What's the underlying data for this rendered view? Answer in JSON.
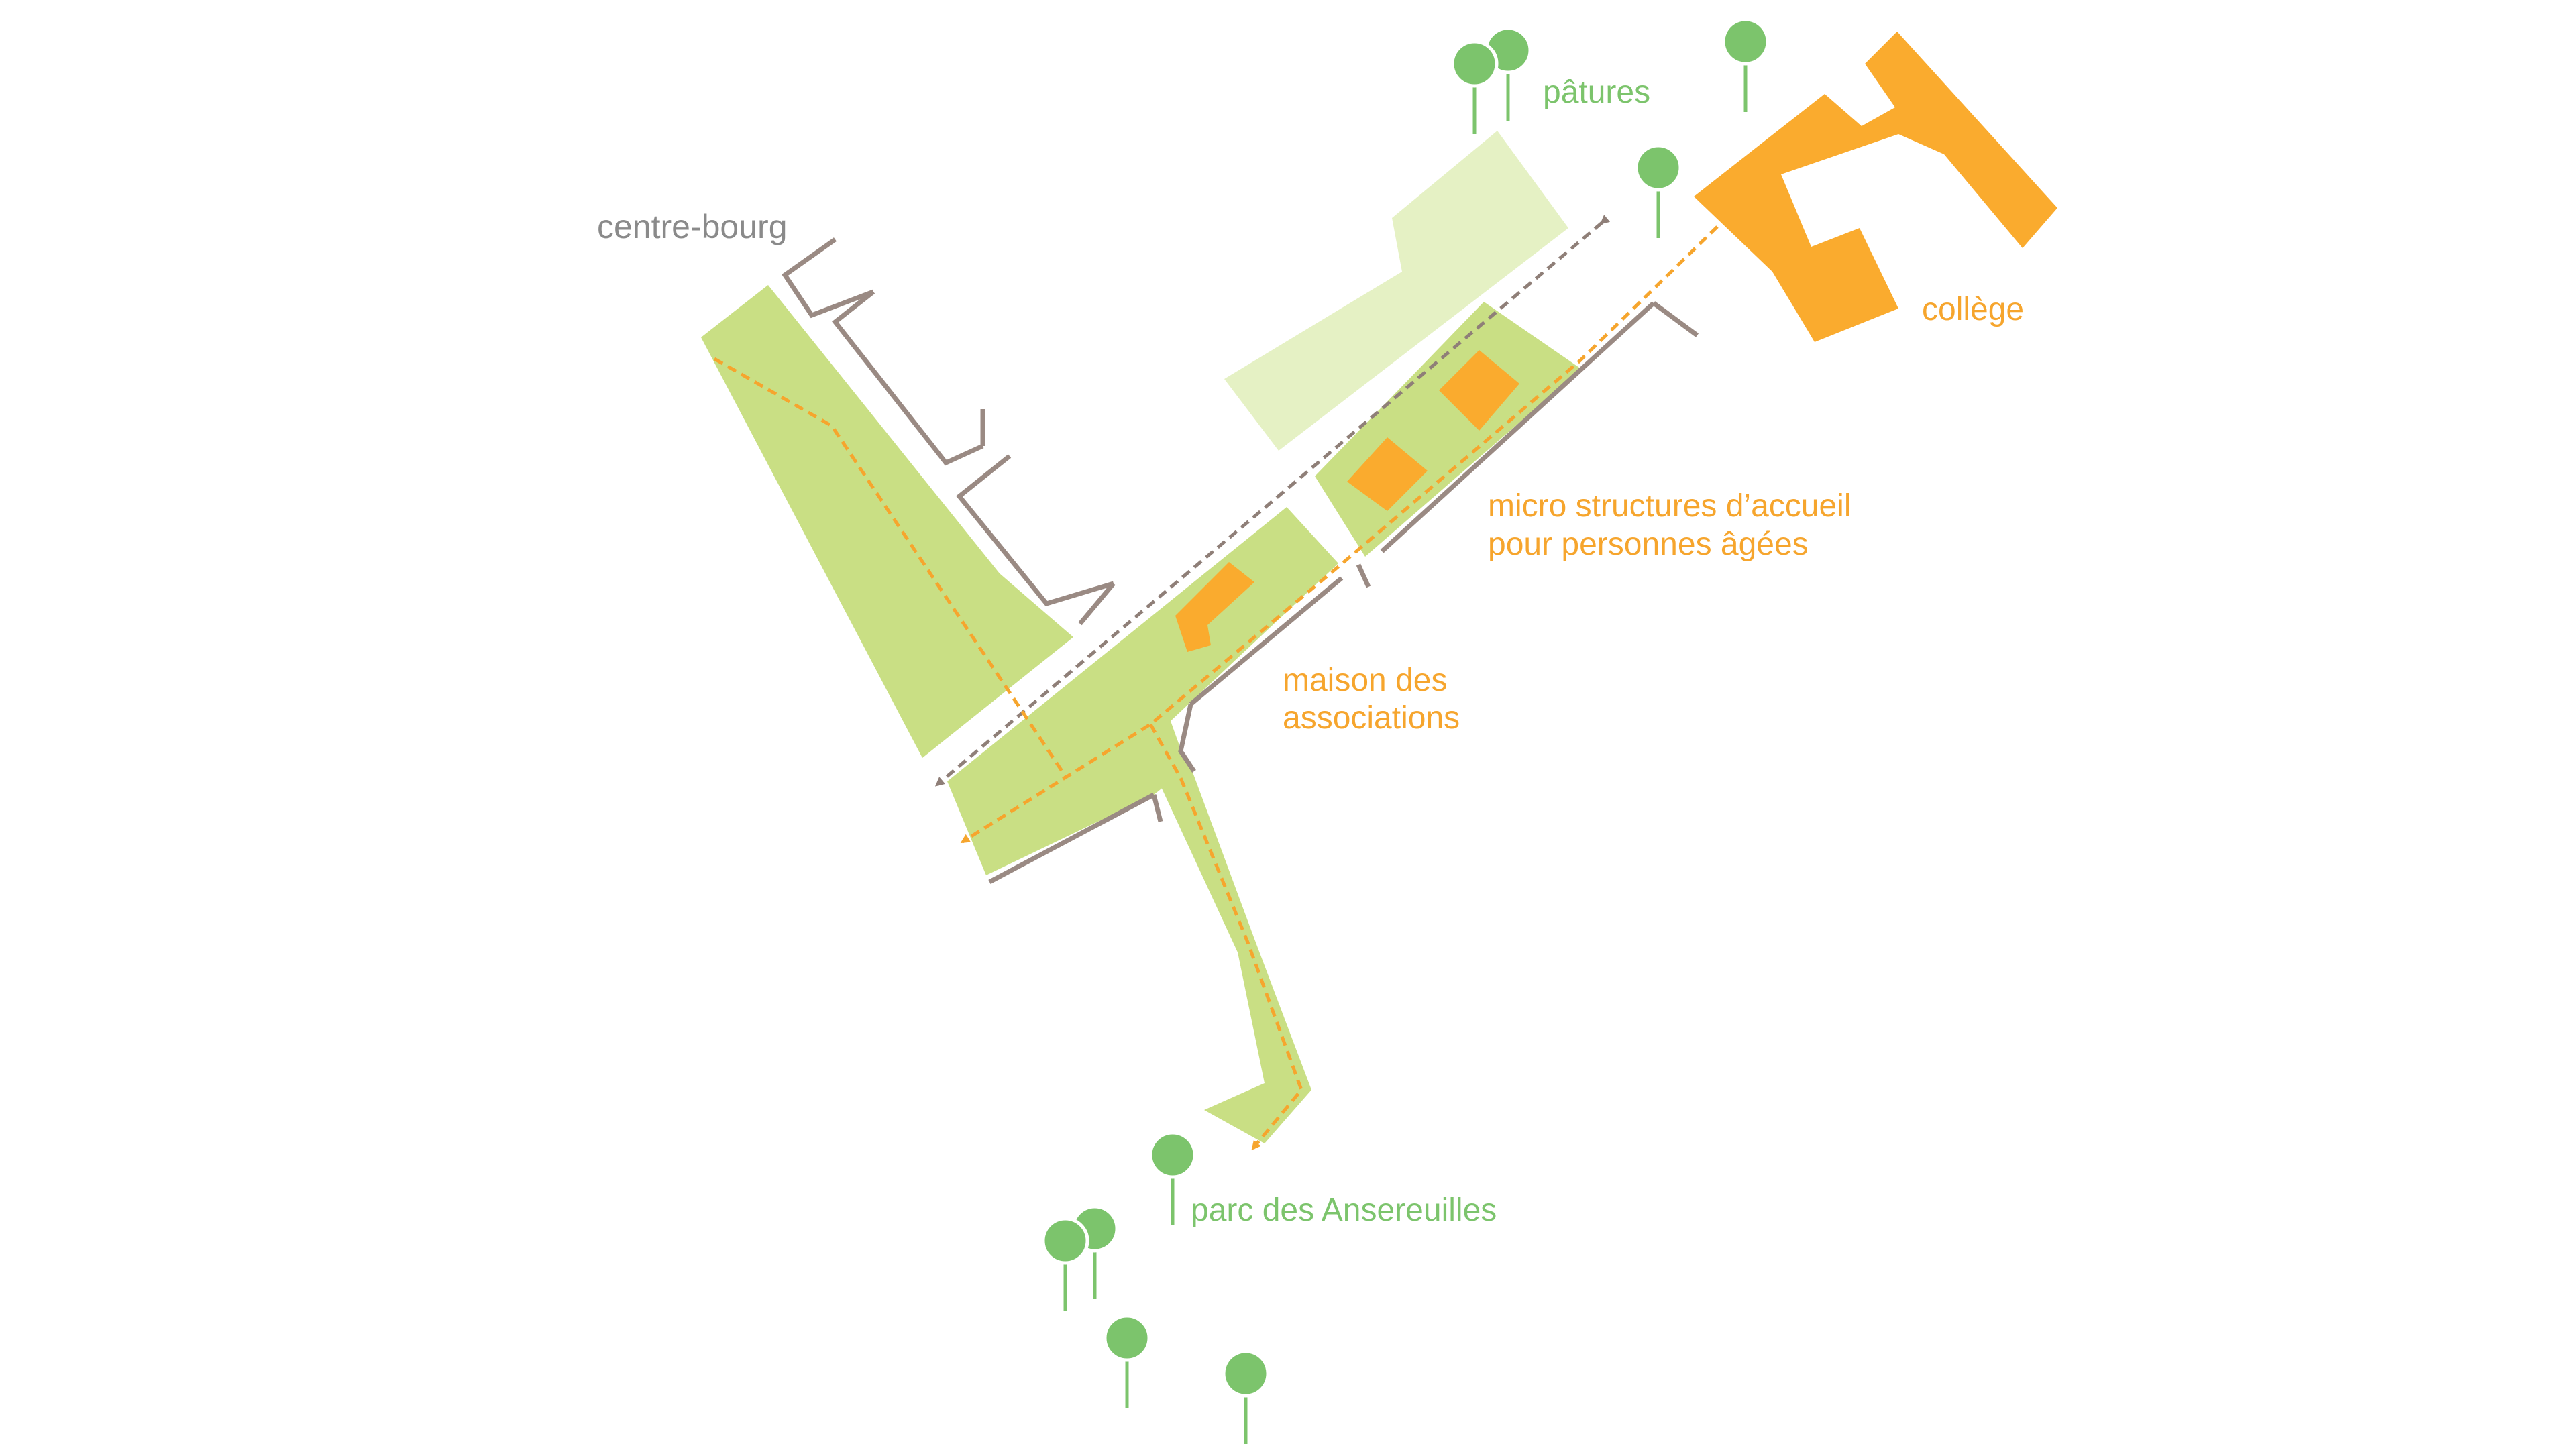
{
  "colors": {
    "background": "#ffffff",
    "green_zone": "#c9df84",
    "pale_green_zone": "#e5f1c4",
    "orange_building": "#faab2e",
    "tree": "#7cc46c",
    "wall": "#9a8a83",
    "label_grey": "#8a8a8a",
    "label_orange": "#f6a52d",
    "label_green": "#7cc46c"
  },
  "labels": {
    "centre_bourg": "centre-bourg",
    "patures": "pâtures",
    "college": "collège",
    "micro_structures_line1": "micro structures d’accueil",
    "micro_structures_line2": "pour personnes âgées",
    "maison_line1": "maison des",
    "maison_line2": "associations",
    "parc": "parc des Ansereuilles"
  },
  "icons": {
    "tree": "tree-icon",
    "arrow": "arrow-head-icon"
  }
}
